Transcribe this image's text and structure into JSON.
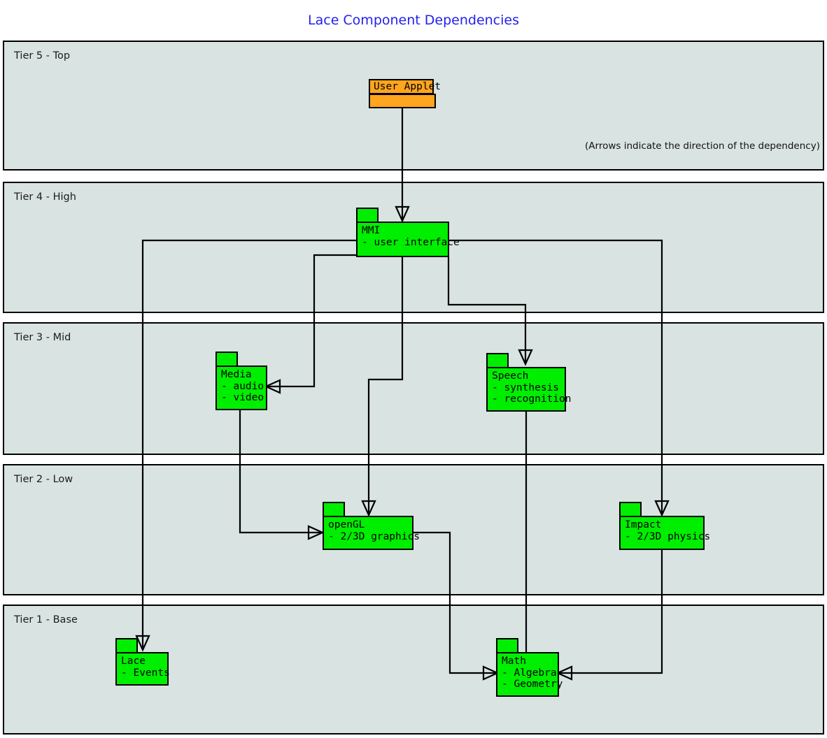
{
  "title": "Lace Component Dependencies",
  "note": "(Arrows indicate the direction of the dependency)",
  "tiers": [
    {
      "id": "tier5",
      "label": "Tier 5 - Top"
    },
    {
      "id": "tier4",
      "label": "Tier 4 - High"
    },
    {
      "id": "tier3",
      "label": "Tier 3 - Mid"
    },
    {
      "id": "tier2",
      "label": "Tier 2 - Low"
    },
    {
      "id": "tier1",
      "label": "Tier 1 - Base"
    }
  ],
  "components": [
    {
      "id": "user-applet",
      "name": "User Applet",
      "details": [],
      "tier": "Tier 5 - Top",
      "color": "#ffa51e"
    },
    {
      "id": "mmi",
      "name": "MMI",
      "details": [
        "- user interface"
      ],
      "tier": "Tier 4 - High",
      "color": "#00ee00"
    },
    {
      "id": "media",
      "name": "Media",
      "details": [
        "- audio",
        "- video"
      ],
      "tier": "Tier 3 - Mid",
      "color": "#00ee00"
    },
    {
      "id": "speech",
      "name": "Speech",
      "details": [
        "- synthesis",
        "- recognition"
      ],
      "tier": "Tier 3 - Mid",
      "color": "#00ee00"
    },
    {
      "id": "opengl",
      "name": "openGL",
      "details": [
        "- 2/3D graphics"
      ],
      "tier": "Tier 2 - Low",
      "color": "#00ee00"
    },
    {
      "id": "impact",
      "name": "Impact",
      "details": [
        "- 2/3D physics"
      ],
      "tier": "Tier 2 - Low",
      "color": "#00ee00"
    },
    {
      "id": "lace",
      "name": "Lace",
      "details": [
        "- Events"
      ],
      "tier": "Tier 1 - Base",
      "color": "#00ee00"
    },
    {
      "id": "math",
      "name": "Math",
      "details": [
        "- Algebra",
        "- Geometry"
      ],
      "tier": "Tier 1 - Base",
      "color": "#00ee00"
    }
  ],
  "dependencies": [
    {
      "from": "User Applet",
      "to": "MMI"
    },
    {
      "from": "MMI",
      "to": "Media"
    },
    {
      "from": "MMI",
      "to": "Speech"
    },
    {
      "from": "MMI",
      "to": "openGL"
    },
    {
      "from": "MMI",
      "to": "Impact"
    },
    {
      "from": "MMI",
      "to": "Lace"
    },
    {
      "from": "Media",
      "to": "openGL"
    },
    {
      "from": "Speech",
      "to": "Math"
    },
    {
      "from": "openGL",
      "to": "Math"
    },
    {
      "from": "Impact",
      "to": "Math"
    }
  ],
  "colors": {
    "title": "#2222ee",
    "tier_background": "#d8e3e2",
    "component_green": "#00ee00",
    "component_orange": "#ffa51e",
    "stroke": "#000000"
  },
  "labels": {
    "user_applet_name": "User Applet",
    "mmi_name": "MMI",
    "mmi_l1": "- user interface",
    "media_name": "Media",
    "media_l1": "- audio",
    "media_l2": "- video",
    "speech_name": "Speech",
    "speech_l1": "- synthesis",
    "speech_l2": "- recognition",
    "opengl_name": "openGL",
    "opengl_l1": "- 2/3D graphics",
    "impact_name": "Impact",
    "impact_l1": "- 2/3D physics",
    "lace_name": "Lace",
    "lace_l1": "- Events",
    "math_name": "Math",
    "math_l1": "- Algebra",
    "math_l2": "- Geometry"
  }
}
